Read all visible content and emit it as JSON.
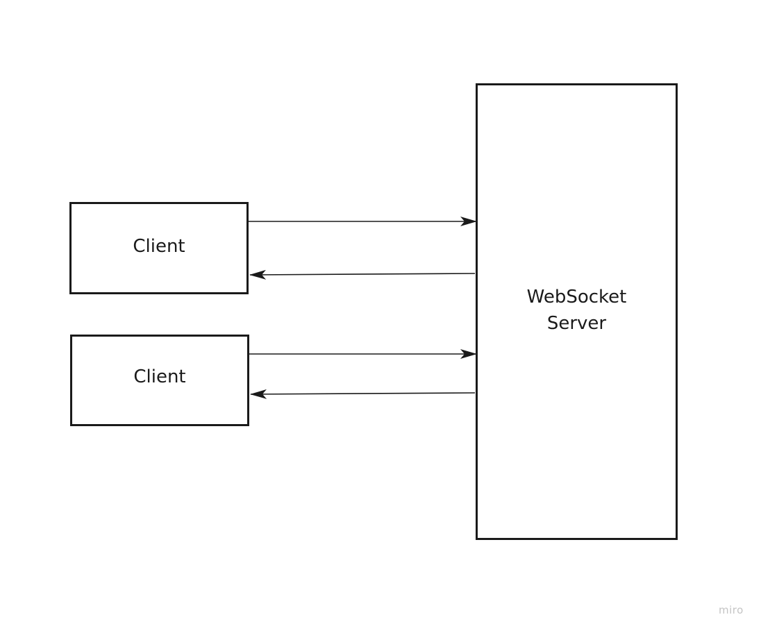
{
  "diagram": {
    "nodes": [
      {
        "id": "client-1",
        "label": "Client"
      },
      {
        "id": "client-2",
        "label": "Client"
      },
      {
        "id": "server",
        "label": "WebSocket\nServer"
      }
    ],
    "edges": [
      {
        "from": "client-1",
        "to": "server"
      },
      {
        "from": "server",
        "to": "client-1"
      },
      {
        "from": "client-2",
        "to": "server"
      },
      {
        "from": "server",
        "to": "client-2"
      }
    ]
  },
  "watermark": "miro"
}
